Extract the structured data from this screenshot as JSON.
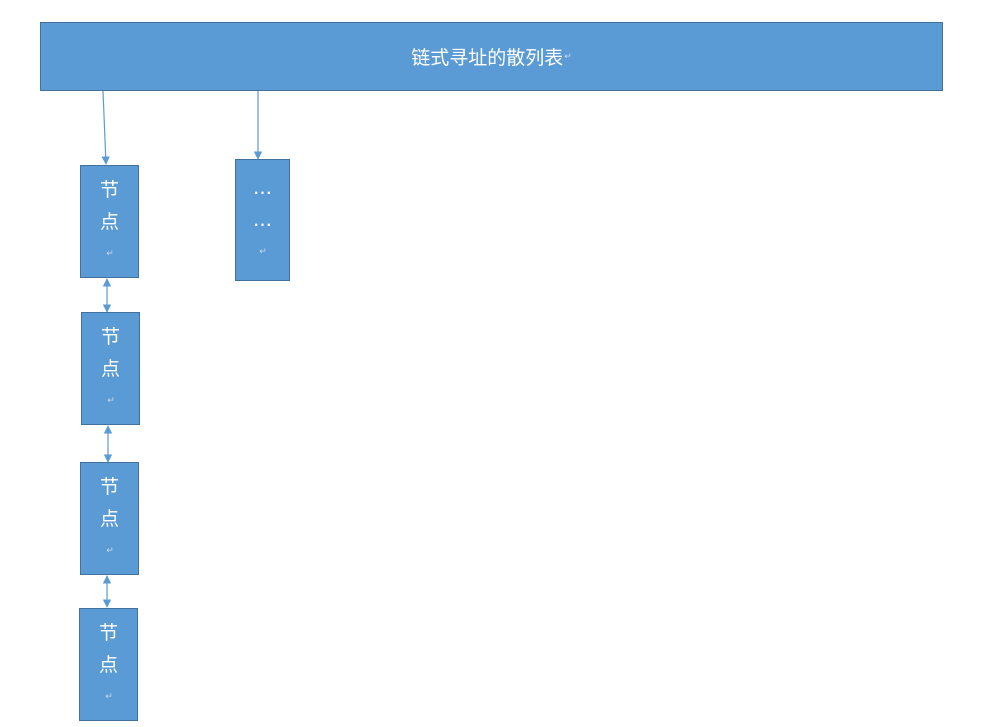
{
  "hash_table": {
    "title": "链式寻址的散列表"
  },
  "chains": [
    {
      "nodes": [
        {
          "line1": "节",
          "line2": "点"
        },
        {
          "line1": "节",
          "line2": "点"
        },
        {
          "line1": "节",
          "line2": "点"
        },
        {
          "line1": "节",
          "line2": "点"
        }
      ]
    },
    {
      "nodes": [
        {
          "line1": "…",
          "line2": "…"
        }
      ]
    }
  ],
  "colors": {
    "box_fill": "#5b9bd5",
    "box_border": "#41719c",
    "connector": "#5b9bd5",
    "text": "#ffffff"
  }
}
